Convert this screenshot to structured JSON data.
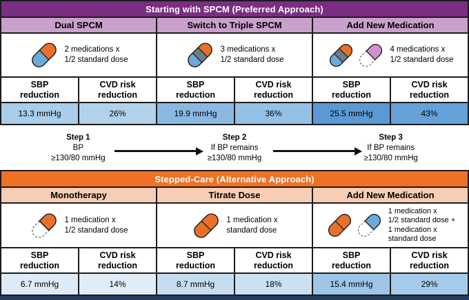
{
  "palette": {
    "orange": "#E8702A",
    "blue": "#6BAADC",
    "gray": "#6F7C8A",
    "pink": "#CE93CC",
    "white": "#FFFFFF",
    "outline": "#1A1A1A"
  },
  "labels": {
    "sbp_line1": "SBP",
    "sbp_line2": "reduction",
    "cvd_line1": "CVD risk",
    "cvd_line2": "reduction"
  },
  "top": {
    "title": "Starting with SPCM (Preferred Approach)",
    "header_bg": "#7B2D83",
    "colheader_bg": "#C9A0CB",
    "columns": [
      {
        "label": "Dual SPCM",
        "dose_lines": [
          "2 medications x",
          "1/2 standard dose"
        ],
        "pills": [
          {
            "name": "pill-dual-spcm-icon",
            "segments": [
              {
                "color": "orange",
                "frac": 0.5
              },
              {
                "color": "blue",
                "frac": 0.5
              }
            ]
          }
        ],
        "sbp_value": "13.3 mmHg",
        "sbp_bg": "#A9CDEA",
        "cvd_value": "26%",
        "cvd_bg": "#B2D2EC"
      },
      {
        "label": "Switch to Triple SPCM",
        "dose_lines": [
          "3 medications x",
          "1/2 standard dose"
        ],
        "pills": [
          {
            "name": "pill-triple-spcm-icon",
            "segments": [
              {
                "color": "orange",
                "frac": 0.36
              },
              {
                "color": "gray",
                "frac": 0.28
              },
              {
                "color": "blue",
                "frac": 0.36
              }
            ]
          }
        ],
        "sbp_value": "19.9 mmHg",
        "sbp_bg": "#89B9E1",
        "cvd_value": "36%",
        "cvd_bg": "#94C1E6"
      },
      {
        "label": "Add New Medication",
        "dose_lines": [
          "4 medications x",
          "1/2 standard dose"
        ],
        "pills": [
          {
            "name": "pill-triple-spcm-icon",
            "segments": [
              {
                "color": "orange",
                "frac": 0.36
              },
              {
                "color": "gray",
                "frac": 0.28
              },
              {
                "color": "blue",
                "frac": 0.36
              }
            ]
          },
          {
            "name": "pill-new-half-dose-icon",
            "segments": [
              {
                "color": "pink",
                "frac": 0.5
              },
              {
                "color": "white",
                "frac": 0.5,
                "dashed": true
              }
            ]
          }
        ],
        "sbp_value": "25.5 mmHg",
        "sbp_bg": "#5A99D3",
        "cvd_value": "43%",
        "cvd_bg": "#64A1D8"
      }
    ]
  },
  "steps": [
    {
      "title": "Step 1",
      "lines": [
        "BP",
        "≥130/80 mmHg"
      ]
    },
    {
      "title": "Step 2",
      "lines": [
        "If BP remains",
        "≥130/80 mmHg"
      ]
    },
    {
      "title": "Step 3",
      "lines": [
        "If BP remains",
        "≥130/80 mmHg"
      ]
    }
  ],
  "bottom": {
    "title": "Stepped-Care (Alternative Approach)",
    "header_bg": "#EE7125",
    "colheader_bg": "#F7CDB3",
    "columns": [
      {
        "label": "Monotherapy",
        "dose_lines": [
          "1 medication x",
          "1/2 standard dose"
        ],
        "pills": [
          {
            "name": "pill-half-dose-orange-icon",
            "segments": [
              {
                "color": "orange",
                "frac": 0.5
              },
              {
                "color": "white",
                "frac": 0.5,
                "dashed": true
              }
            ]
          }
        ],
        "sbp_value": "6.7 mmHg",
        "sbp_bg": "#DCEBF7",
        "cvd_value": "14%",
        "cvd_bg": "#E0EDF8"
      },
      {
        "label": "Titrate Dose",
        "dose_lines": [
          "1 medication x",
          "standard dose"
        ],
        "pills": [
          {
            "name": "pill-full-dose-orange-icon",
            "segments": [
              {
                "color": "orange",
                "frac": 0.5
              },
              {
                "color": "orange",
                "frac": 0.5
              }
            ]
          }
        ],
        "sbp_value": "8.7 mmHg",
        "sbp_bg": "#C6DDF1",
        "cvd_value": "18%",
        "cvd_bg": "#CCE0F3"
      },
      {
        "label": "Add New Medication",
        "dose_lines": [
          "1 medication x",
          "1/2 standard dose +",
          "1 medication x",
          "standard dose"
        ],
        "pills": [
          {
            "name": "pill-full-dose-orange-icon",
            "segments": [
              {
                "color": "orange",
                "frac": 0.5
              },
              {
                "color": "orange",
                "frac": 0.5
              }
            ]
          },
          {
            "name": "pill-half-dose-blue-icon",
            "segments": [
              {
                "color": "blue",
                "frac": 0.5
              },
              {
                "color": "white",
                "frac": 0.5,
                "dashed": true
              }
            ]
          }
        ],
        "sbp_value": "15.4 mmHg",
        "sbp_bg": "#9DC5E8",
        "cvd_value": "29%",
        "cvd_bg": "#A6CBEA"
      }
    ]
  },
  "footer_bar_color": "#233E60"
}
